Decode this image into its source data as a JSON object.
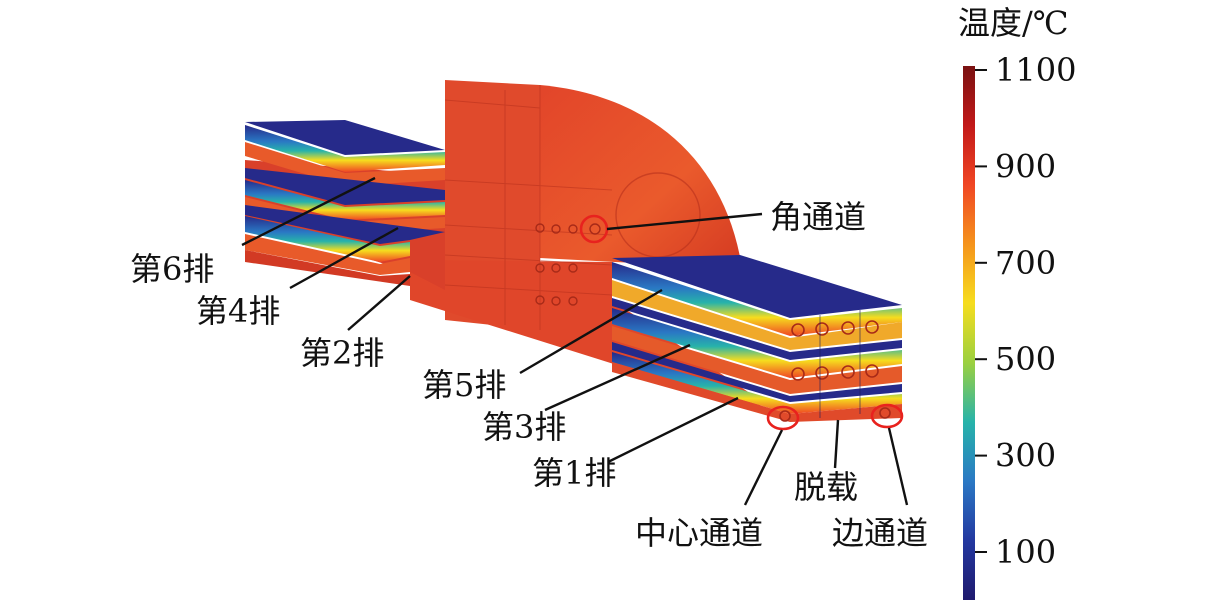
{
  "colorbar": {
    "title": "温度/℃",
    "ticks": [
      "1100",
      "900",
      "700",
      "500",
      "300",
      "100"
    ],
    "stops": [
      "#7a1212",
      "#c21919",
      "#f04624",
      "#f5931c",
      "#f6dd1e",
      "#9bd040",
      "#27b3aa",
      "#2a78c4",
      "#2338a0",
      "#1f1a6e"
    ]
  },
  "labels": {
    "row6": "第6排",
    "row4": "第4排",
    "row2": "第2排",
    "row5": "第5排",
    "row3": "第3排",
    "row1": "第1排",
    "corner_channel": "角通道",
    "center_channel": "中心通道",
    "unload": "脱载",
    "edge_channel": "边通道"
  },
  "colors": {
    "hot_body": "#e84a2a",
    "hot_dark": "#c8341c",
    "cold_top": "#262a8a",
    "highlight": "#e8221e"
  }
}
